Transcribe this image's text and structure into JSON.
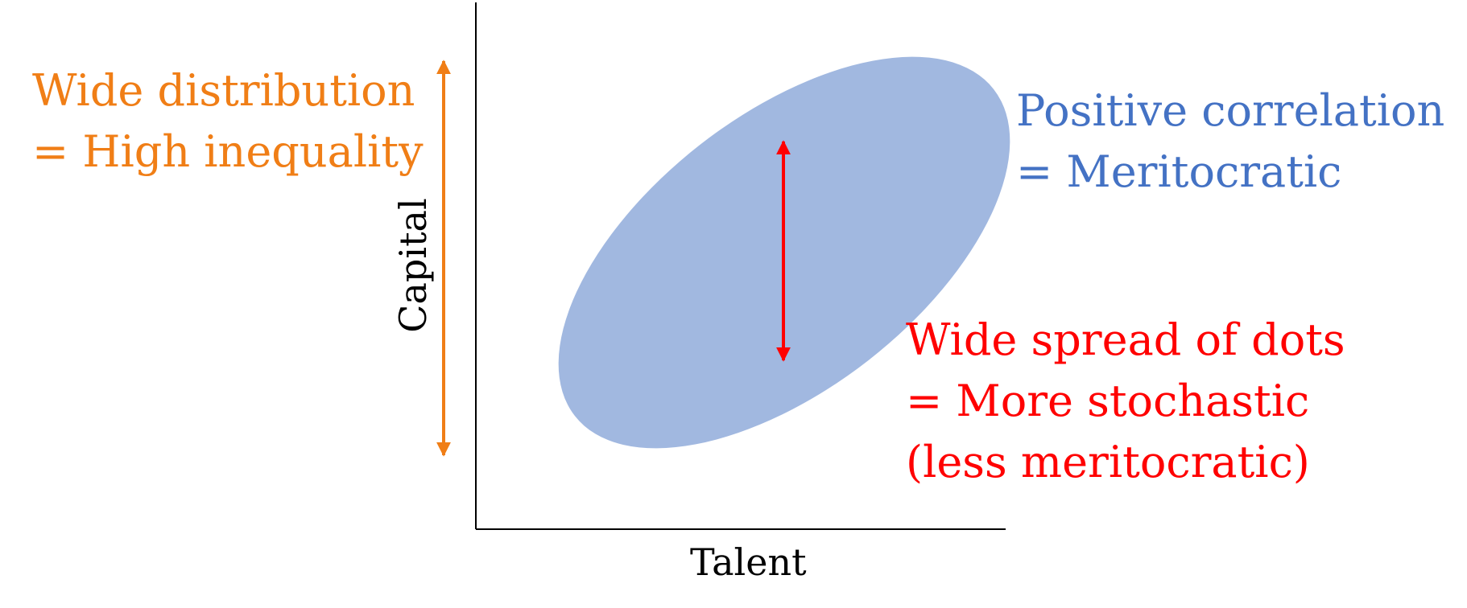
{
  "colors": {
    "inequality": "#F07E16",
    "correlation": "#4472C4",
    "stochastic": "#FF0000",
    "cloud": "#A1B8E0",
    "axis": "#000000"
  },
  "axes": {
    "x_label": "Talent",
    "y_label": "Capital"
  },
  "notes": {
    "inequality": {
      "line1": "Wide distribution",
      "line2": "= High inequality"
    },
    "correlation": {
      "line1": "Positive correlation",
      "line2": "= Meritocratic"
    },
    "stochastic": {
      "line1": "Wide spread of dots",
      "line2": "= More stochastic",
      "line3": "(less meritocratic)"
    }
  }
}
